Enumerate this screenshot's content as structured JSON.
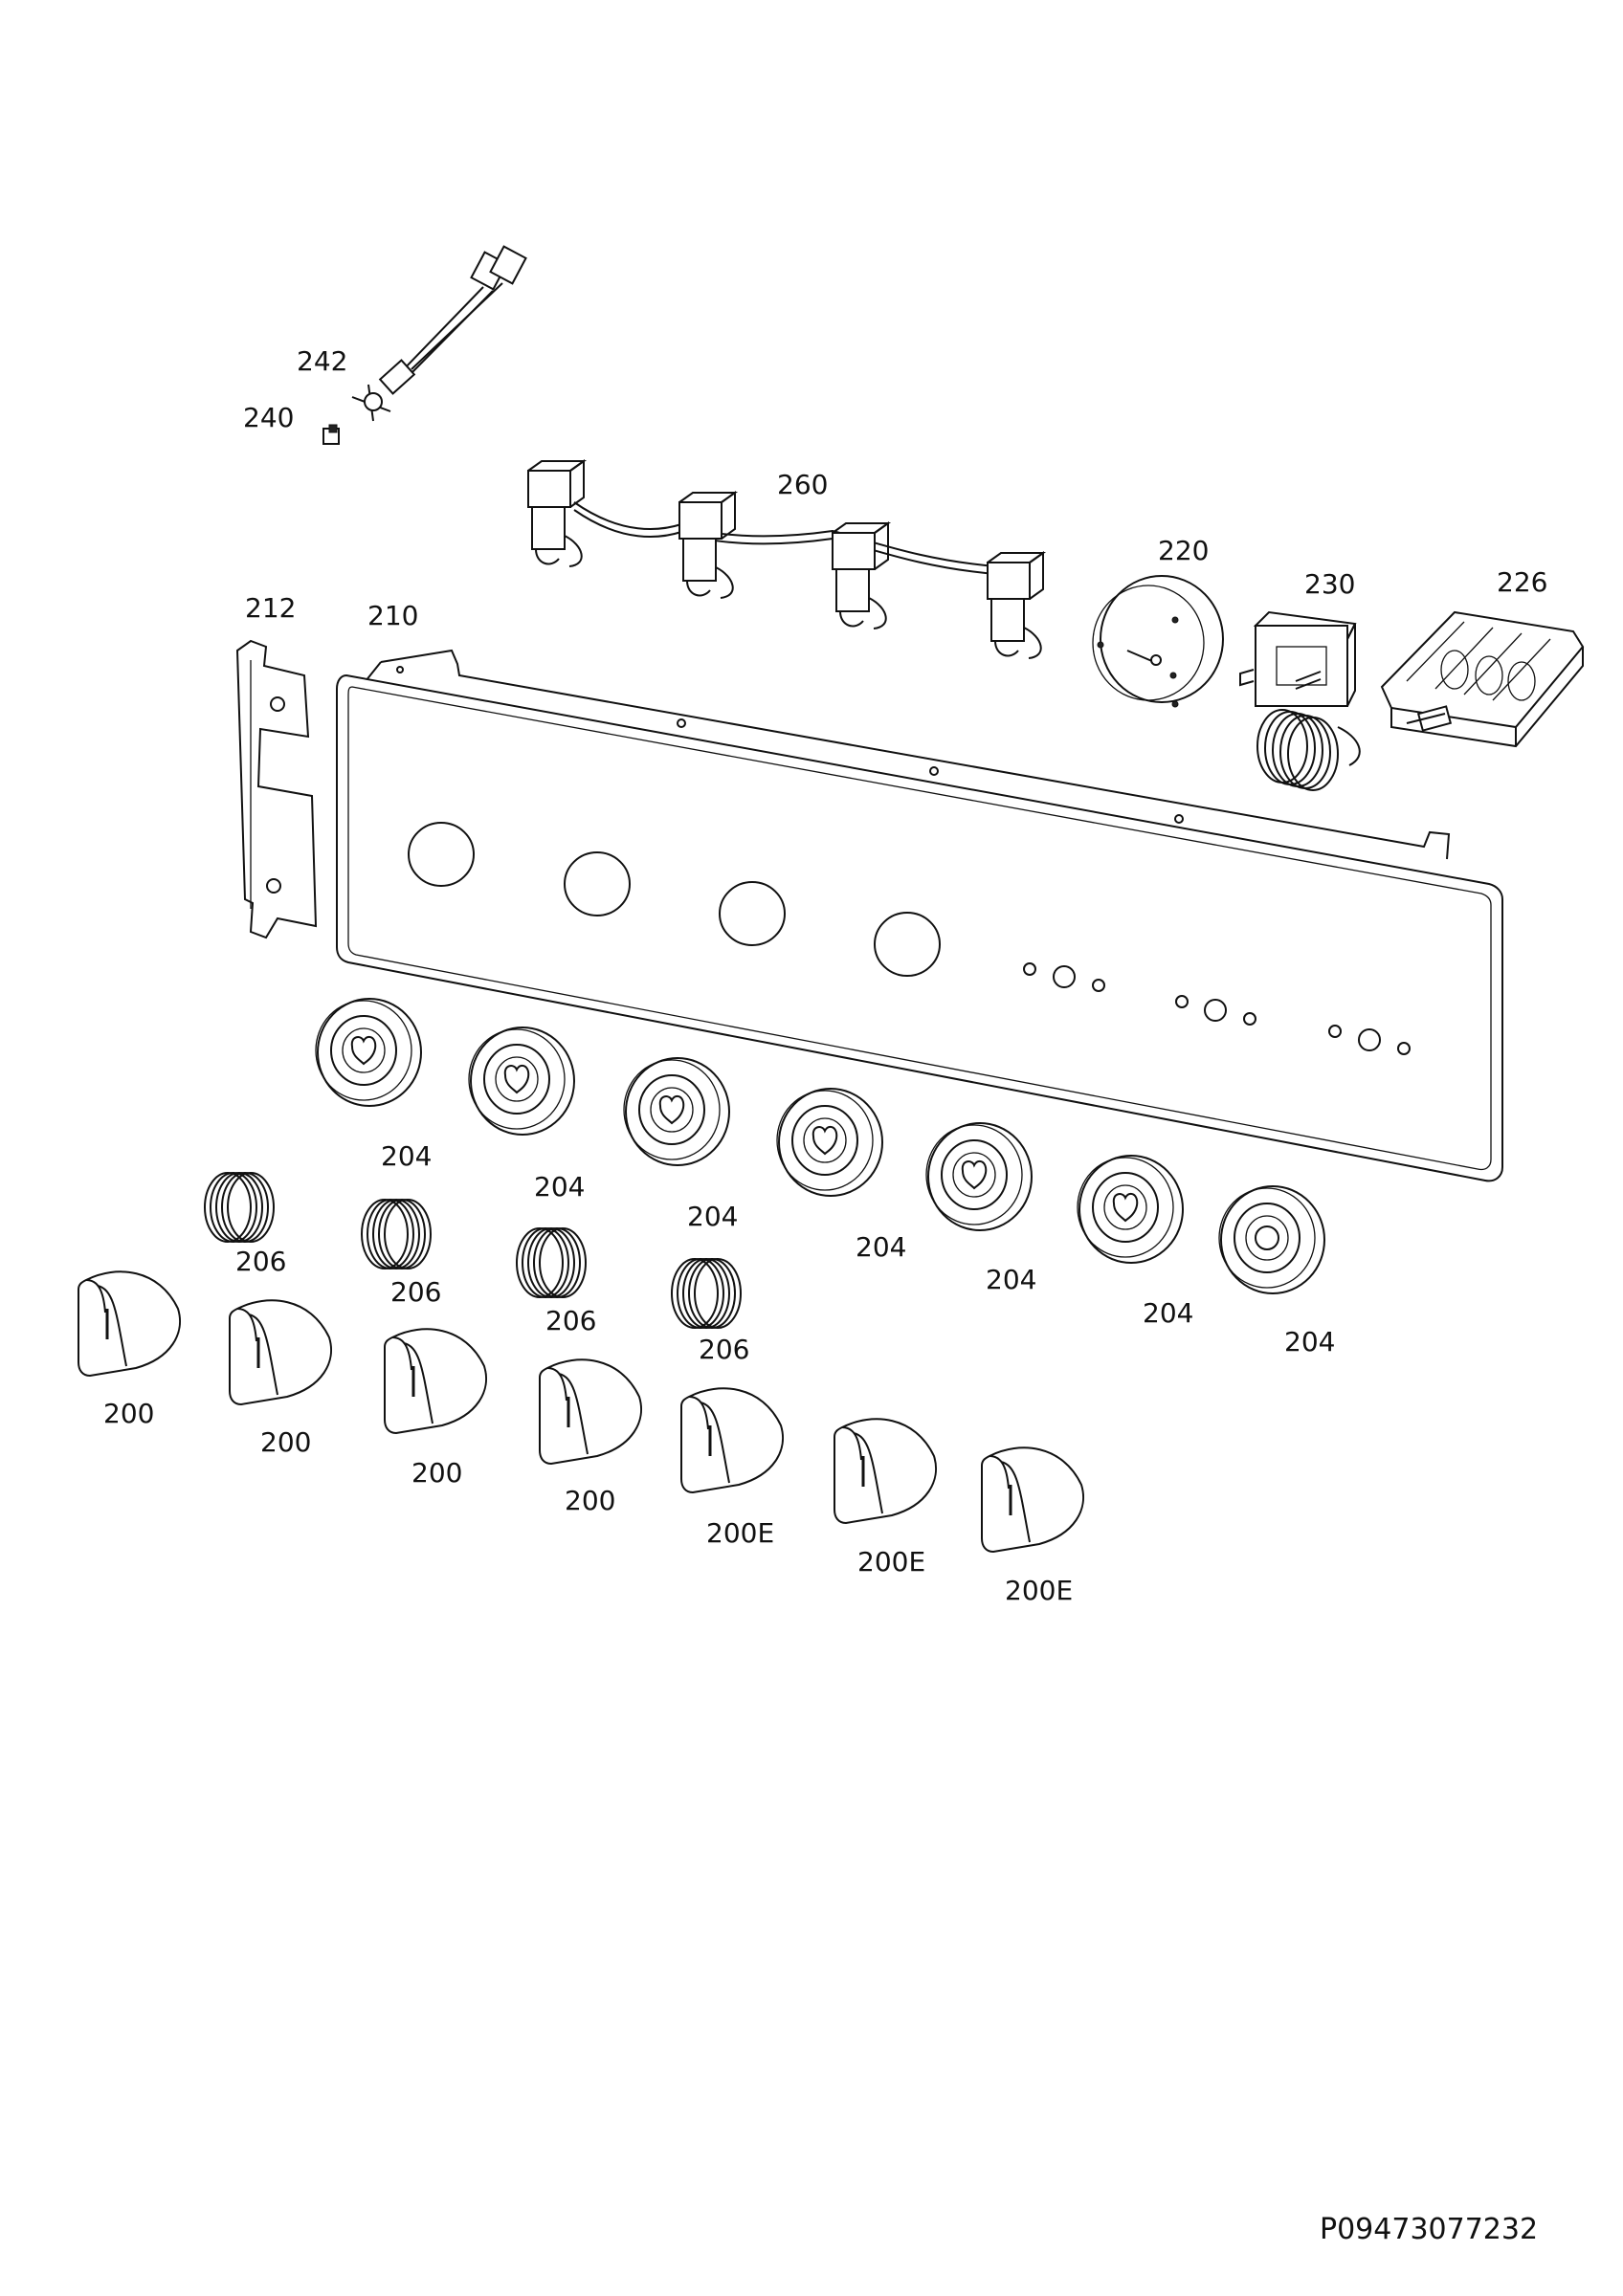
{
  "diagram": {
    "reference_code": "P09473077232",
    "labels": {
      "cable_242": "242",
      "clip_240": "240",
      "igniter_harness_260": "260",
      "timer_220": "220",
      "thermostat_230": "230",
      "selector_switch_226": "226",
      "bracket_212": "212",
      "control_panel_210": "210",
      "bezel_204": [
        "204",
        "204",
        "204",
        "204",
        "204",
        "204",
        "204"
      ],
      "spring_206": [
        "206",
        "206",
        "206",
        "206"
      ],
      "knob_200": [
        "200",
        "200",
        "200",
        "200"
      ],
      "knob_200E": [
        "200E",
        "200E",
        "200E"
      ]
    }
  }
}
